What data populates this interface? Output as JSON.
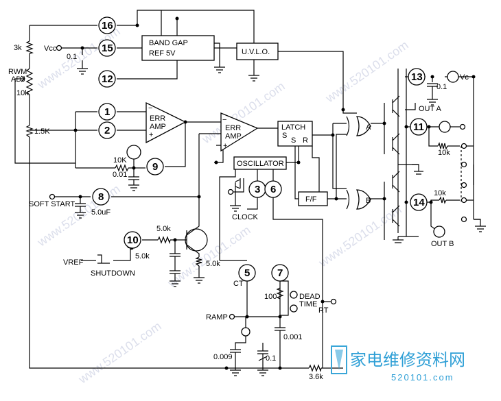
{
  "pins": [
    {
      "id": "pin-16",
      "num": "16"
    },
    {
      "id": "pin-15",
      "num": "15"
    },
    {
      "id": "pin-12",
      "num": "12"
    },
    {
      "id": "pin-1",
      "num": "1"
    },
    {
      "id": "pin-2",
      "num": "2"
    },
    {
      "id": "pin-9",
      "num": "9"
    },
    {
      "id": "pin-8",
      "num": "8"
    },
    {
      "id": "pin-10",
      "num": "10"
    },
    {
      "id": "pin-3",
      "num": "3"
    },
    {
      "id": "pin-6",
      "num": "6"
    },
    {
      "id": "pin-5",
      "num": "5"
    },
    {
      "id": "pin-7",
      "num": "7"
    },
    {
      "id": "pin-13",
      "num": "13"
    },
    {
      "id": "pin-11",
      "num": "11"
    },
    {
      "id": "pin-14",
      "num": "14"
    }
  ],
  "blocks": {
    "bandgap": [
      "BAND GAP",
      "REF 5V"
    ],
    "uvlo": "U.V.L.O.",
    "err_amp1": [
      "ERR",
      "AMP"
    ],
    "err_amp2": [
      "ERR",
      "AMP"
    ],
    "latch": [
      "LATCH",
      "S",
      "S",
      "R"
    ],
    "oscillator": "OSCILLATOR",
    "ff": "F/F",
    "gate_a": "A",
    "gate_b": "B",
    "opamp_minus": "−",
    "opamp_plus": "+"
  },
  "labels": {
    "vcc": "Vcc",
    "r_3k": "3k",
    "cap_01": "0.1",
    "rwm_adj": [
      "RWM",
      "ADJ"
    ],
    "r_10k_left": "10k",
    "r_15k": "1.5K",
    "r_10k_fb": "10K",
    "cap_001": "0.01",
    "soft_start": "SOFT START",
    "cap_5uf": "5.0uF",
    "r_50k_a": "5.0k",
    "r_50k_b": "5.0k",
    "r_50k_c": "5.0k",
    "vref": "VREF",
    "shutdown": "SHUTDOWN",
    "clock": "CLOCK",
    "ct": "CT",
    "r_100": "100",
    "dead_time": [
      "DEAD",
      "TIME"
    ],
    "rt": "RT",
    "ramp": "RAMP",
    "cap_0001": "0.001",
    "cap_0009": "0.009",
    "cap_01_b": "0.1",
    "r_36k": "3.6k",
    "vc": "Vc",
    "cap_01_c": "0.1",
    "out_a": "OUT A",
    "r_10k_r1": "10k",
    "r_10k_r2": "10k",
    "out_b": "OUT B",
    "logo_text": "家电维修资料网",
    "logo_url": "520101.com",
    "watermark": "www.520101.com"
  }
}
